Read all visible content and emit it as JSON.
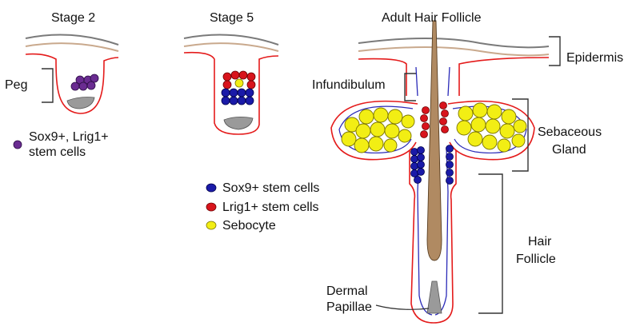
{
  "labels": {
    "stage2": "Stage 2",
    "stage5": "Stage 5",
    "adult": "Adult Hair Follicle",
    "peg": "Peg",
    "epidermis": "Epidermis",
    "infundibulum": "Infundibulum",
    "sebaceous_line1": "Sebaceous",
    "sebaceous_line2": "Gland",
    "hair_line1": "Hair",
    "hair_line2": "Follicle",
    "dermal_line1": "Dermal",
    "dermal_line2": "Papillae"
  },
  "legend_stage2": {
    "line1": "Sox9+, Lrig1+",
    "line2": "stem cells"
  },
  "legend_main": [
    {
      "label": "Sox9+ stem cells"
    },
    {
      "label": "Lrig1+ stem cells"
    },
    {
      "label": "Sebocyte"
    }
  ],
  "colors": {
    "sox9_lrig1": "#6a2c91",
    "sox9": "#1a1aa8",
    "lrig1": "#d8141c",
    "sebocyte": "#f2ee14",
    "outline_red": "#e41b1b",
    "outline_blue": "#2a2ab8",
    "hair_shaft": "#b08a62",
    "dermal_papilla": "#9a9a9a",
    "epi_gray": "#7a7a7a",
    "epi_tan": "#c9a98d"
  }
}
